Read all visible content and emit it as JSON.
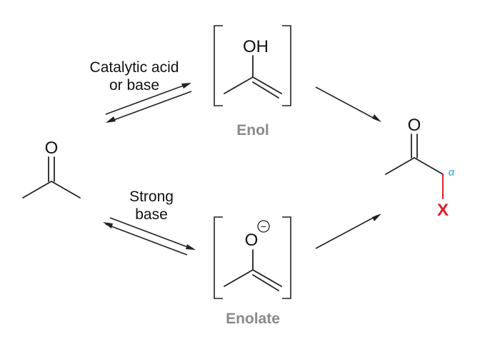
{
  "reagents": {
    "top_line1": "Catalytic acid",
    "top_line2": "or base",
    "bottom_line1": "Strong",
    "bottom_line2": "base"
  },
  "atoms": {
    "ketone_oxygen": "O",
    "enol_hydroxyl": "OH",
    "enolate_oxygen": "O",
    "enolate_charge": "−",
    "product_oxygen": "O",
    "product_alpha": "α",
    "product_substituent": "X"
  },
  "labels": {
    "enol": "Enol",
    "enolate": "Enolate"
  },
  "colors": {
    "intermediate_label": "#8a8a8a",
    "alpha_marker": "#2aa7c9",
    "substituent": "#d6202a"
  }
}
